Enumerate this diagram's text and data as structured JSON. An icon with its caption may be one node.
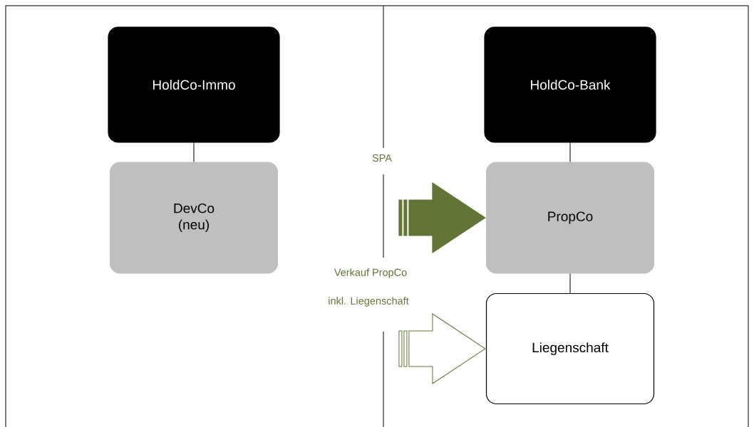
{
  "diagram": {
    "nodes": [
      {
        "text": [
          "HoldCo-Immo"
        ]
      },
      {
        "text": [
          "DevCo (neu)"
        ]
      },
      {
        "text": [
          "HoldCo-Bank"
        ]
      },
      {
        "text": [
          "PropCo"
        ]
      },
      {
        "text": [
          "Liegenschaft"
        ]
      }
    ],
    "edges": [
      {
        "from": 0,
        "to": 1,
        "arrow": "none"
      },
      {
        "from": 2,
        "to": 3,
        "arrow": "none"
      },
      {
        "from": 3,
        "to": 4,
        "arrow": "none"
      },
      {
        "from": null,
        "to": 3,
        "arrow": "to",
        "color": "#637536"
      },
      {
        "from": null,
        "to": 4,
        "arrow": "to",
        "color": "#637536"
      }
    ],
    "labels": [
      "SPA",
      "Verkauf PropCo",
      "inkl. Liegenschaft"
    ]
  }
}
